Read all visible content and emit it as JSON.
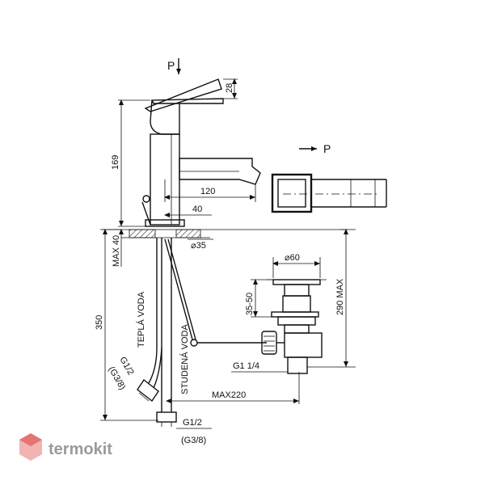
{
  "drawing": {
    "arrow_label_top": "P",
    "arrow_label_side": "P",
    "dim_handle_thickness": "28",
    "dim_height_169": "169",
    "dim_spout_reach": "120",
    "dim_spout_base": "40",
    "dim_max_deck": "MAX 40",
    "dim_hole": "⌀35",
    "dim_total_350": "350",
    "label_hot": "TEPLÁ VODA",
    "label_cold": "STUDENÁ VODA",
    "thread_side": "G1/2",
    "thread_side_alt": "(G3/8)",
    "thread_bottom": "G1/2",
    "thread_bottom_alt": "(G3/8)",
    "dim_max_220": "MAX220",
    "dim_waste_diameter": "⌀60",
    "dim_waste_range": "35-50",
    "dim_waste_thread": "G1  1/4",
    "dim_max_290": "290 MAX"
  },
  "brand": {
    "name": "termokit",
    "logo_color": "#e57373"
  }
}
